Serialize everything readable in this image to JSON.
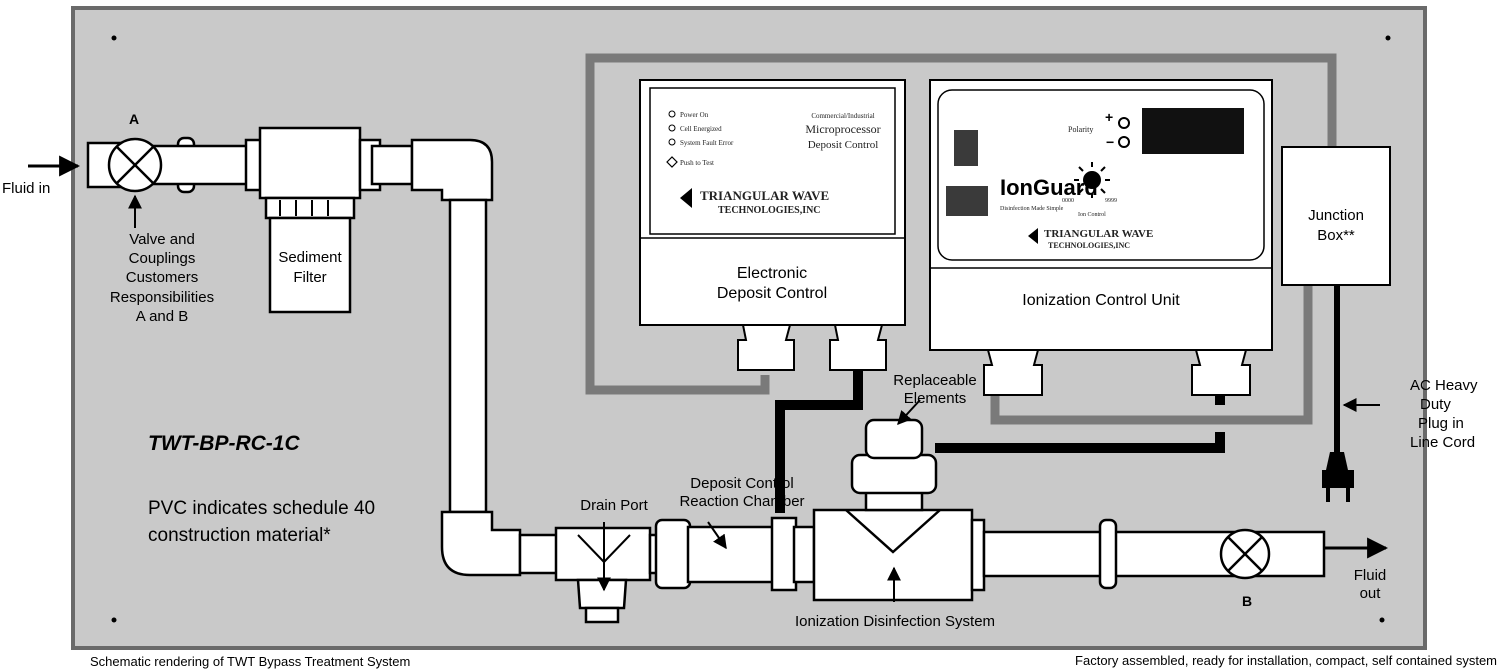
{
  "model": "TWT-BP-RC-1C",
  "material_note_line1": "PVC indicates schedule 40",
  "material_note_line2": "construction material*",
  "caption_left": "Schematic rendering of TWT Bypass Treatment System",
  "caption_right": "Factory assembled, ready for installation, compact, self contained  system",
  "fluid_in": "Fluid in",
  "fluid_out_line1": "Fluid",
  "fluid_out_line2": "out",
  "valve_a": "A",
  "valve_b": "B",
  "valve_note": [
    "Valve and",
    "Couplings",
    "Customers",
    "Responsibilities",
    "A and B"
  ],
  "sediment_filter": [
    "Sediment",
    "Filter"
  ],
  "edc_label": [
    "Electronic",
    "Deposit Control"
  ],
  "icu_label": "Ionization Control Unit",
  "junction_box": [
    "Junction",
    "Box**"
  ],
  "ac_cord": [
    "AC Heavy",
    "Duty",
    "Plug in",
    "Line Cord"
  ],
  "replaceable": [
    "Replaceable",
    "Elements"
  ],
  "reaction_chamber": [
    "Deposit Control",
    "Reaction Chamber"
  ],
  "drain_port": "Drain Port",
  "ionization_system": "Ionization Disinfection System",
  "edc_panel": {
    "leds": [
      "Power On",
      "Cell Energized",
      "System Fault Error",
      "Push to Test"
    ],
    "title": [
      "Commercial/Industrial",
      "Microprocessor",
      "Deposit Control"
    ],
    "brand": [
      "TRIANGULAR WAVE",
      "TECHNOLOGIES,INC"
    ]
  },
  "icu_panel": {
    "logo": "IonGuard",
    "tagline": "Disinfection Made Simple",
    "polarity": "Polarity",
    "dial_low": "0000",
    "dial_high": "9999",
    "dial_label": "Ion Control",
    "brand": [
      "TRIANGULAR WAVE",
      "TECHNOLOGIES,INC"
    ]
  },
  "colors": {
    "board": "#c9c9c9",
    "board_border": "#6a6a6a",
    "pipe": "#ffffff",
    "cable": "#7a7a7a",
    "wire": "#000000"
  }
}
